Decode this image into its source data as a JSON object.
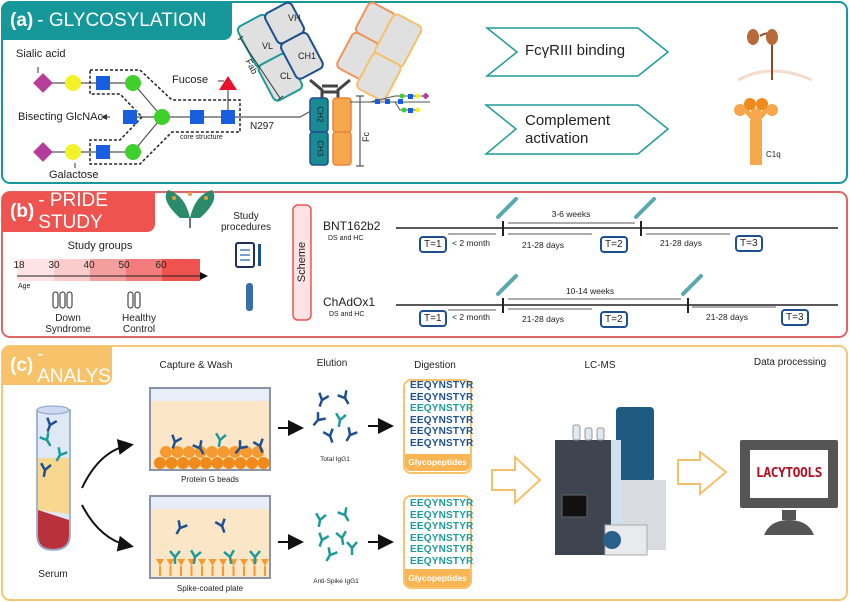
{
  "panel_a": {
    "label": "(a)",
    "title": "- GLYCOSYLATION",
    "color": "#16989a",
    "glycan": {
      "sialic_acid": "Sialic acid",
      "fucose": "Fucose",
      "bisecting": "Bisecting GlcNAc",
      "galactose": "Galactose",
      "core": "core structure",
      "site": "N297"
    },
    "antibody": {
      "vh": "VH",
      "vl": "VL",
      "ch1": "CH1",
      "cl": "CL",
      "ch2": "CH2",
      "ch3": "CH3",
      "fab": "Fab",
      "fc": "Fc"
    },
    "functions": [
      "FcγRIII binding",
      "Complement activation"
    ],
    "c1q": "C1q"
  },
  "panel_b": {
    "label": "(b)",
    "title": "- PRIDE STUDY",
    "color": "#ef5350",
    "study_groups": "Study groups",
    "age_ticks": [
      "18",
      "30",
      "40",
      "50",
      "60"
    ],
    "age_label": "Age",
    "groups": [
      "Down Syndrome",
      "Healthy Control"
    ],
    "study_procedures": "Study procedures",
    "scheme": "Scheme",
    "vaccines": [
      {
        "name": "BNT162b2",
        "cohort": "DS and HC",
        "interval": "3-6 weeks",
        "timepoints": [
          "T=1",
          "T=2",
          "T=3"
        ],
        "durations": [
          "< 2 month",
          "21-28 days",
          "21-28 days"
        ]
      },
      {
        "name": "ChAdOx1",
        "cohort": "DS and HC",
        "interval": "10-14 weeks",
        "timepoints": [
          "T=1",
          "T=2",
          "T=3"
        ],
        "durations": [
          "< 2 month",
          "21-28 days",
          "21-28 days"
        ]
      }
    ]
  },
  "panel_c": {
    "label": "(c)",
    "title": "- ANALYSIS",
    "color": "#f8c26a",
    "steps": [
      "Capture & Wash",
      "Elution",
      "Digestion",
      "LC-MS",
      "Data processing"
    ],
    "serum": "Serum",
    "beads": "Protein G beads",
    "plate": "Spike-coated plate",
    "total": "Total IgG1",
    "anti_spike": "Anti-Spike IgG1",
    "peptide": "EEQYNSTYR",
    "glycopeptides": "Glycopeptides",
    "software": "LACYTOOLS"
  }
}
